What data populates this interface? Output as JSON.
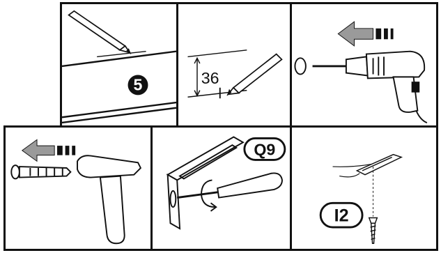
{
  "steps": {
    "step1": {
      "number": "5"
    },
    "step2": {
      "measurement": "36"
    },
    "step3": {
      "arrow_icon": "arrow-left-icon",
      "tool": "drill"
    },
    "step4": {
      "arrow_icon": "arrow-left-icon",
      "tool": "hammer"
    },
    "step5": {
      "badge": "Q9",
      "tool": "screwdriver"
    },
    "step6": {
      "badge": "I2",
      "part": "screw"
    }
  },
  "colors": {
    "ink": "#111111",
    "fill": "#ffffff",
    "shade": "#9a9a9a"
  }
}
